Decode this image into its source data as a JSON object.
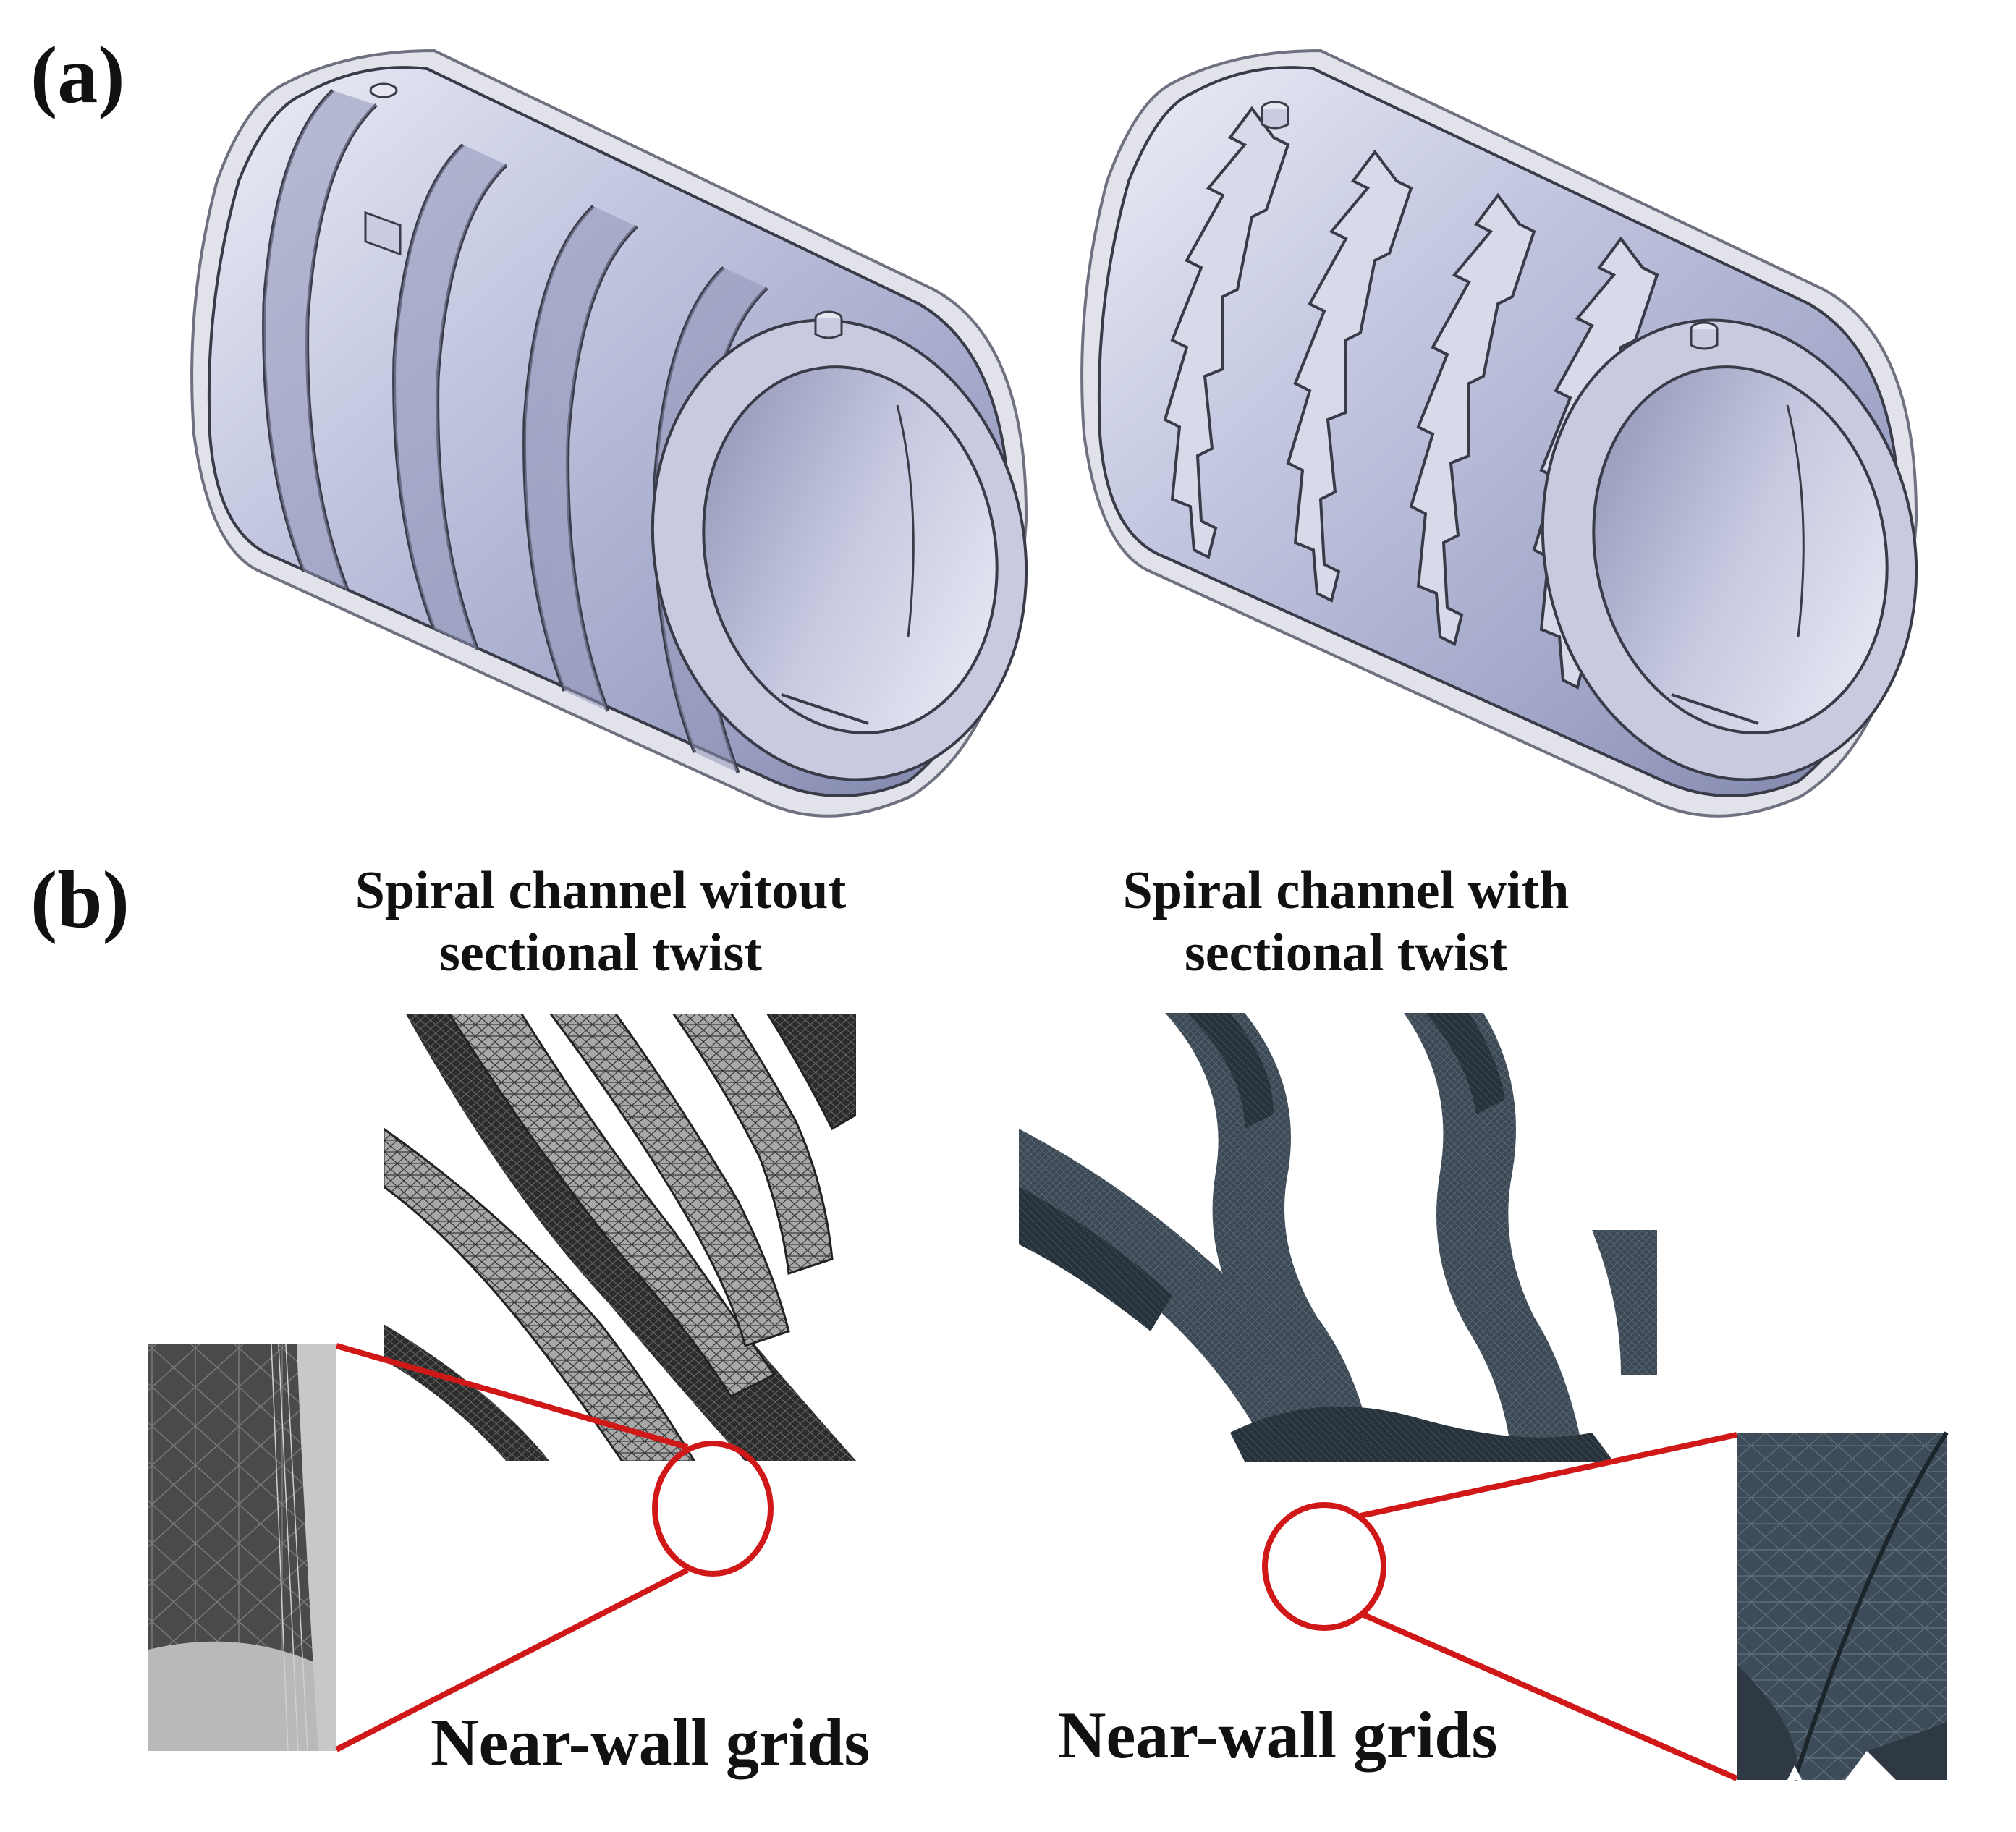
{
  "panel_a": {
    "tag": "(a)"
  },
  "panel_b": {
    "tag": "(b)",
    "left_title_line1": "Spiral channel witout",
    "left_title_line2": "sectional twist",
    "right_title_line1": "Spiral channel with",
    "right_title_line2": "sectional twist",
    "left_caption": "Near-wall grids",
    "right_caption": "Near-wall grids"
  },
  "colors": {
    "cylinder_body": "#b4b8d6",
    "cylinder_shadow": "#7d82a8",
    "shell": "#d2d4dc",
    "mesh_light": "#9a9a9a",
    "mesh_dark": "#2b2b2b",
    "twist_mesh": "#3a4652",
    "highlight_red": "#d01818"
  }
}
